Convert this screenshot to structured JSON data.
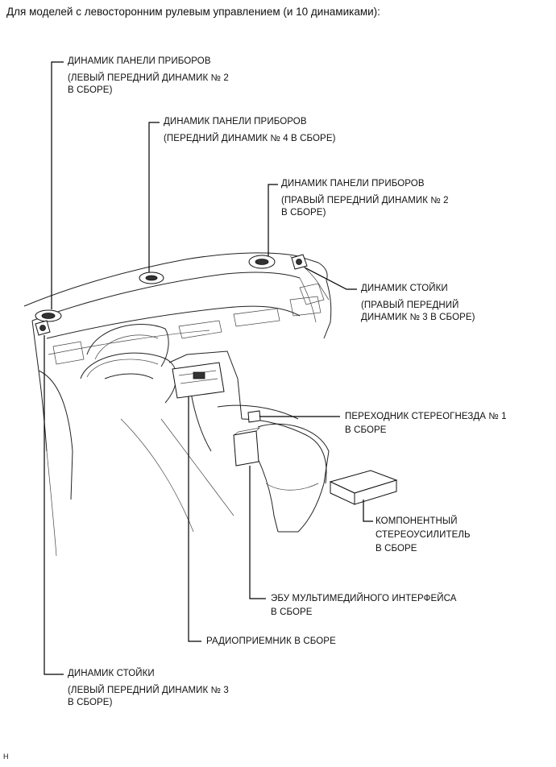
{
  "heading": "Для моделей с левосторонним рулевым управлением (и 10 динамиками):",
  "labels": {
    "lf2": {
      "title": "ДИНАМИК ПАНЕЛИ ПРИБОРОВ",
      "line1": "(ЛЕВЫЙ ПЕРЕДНИЙ ДИНАМИК № 2",
      "line2": "В СБОРЕ)"
    },
    "f4": {
      "title": "ДИНАМИК ПАНЕЛИ ПРИБОРОВ",
      "line1": "(ПЕРЕДНИЙ ДИНАМИК № 4 В СБОРЕ)"
    },
    "rf2": {
      "title": "ДИНАМИК ПАНЕЛИ ПРИБОРОВ",
      "line1": "(ПРАВЫЙ ПЕРЕДНИЙ ДИНАМИК № 2",
      "line2": "В СБОРЕ)"
    },
    "rf3": {
      "title": "ДИНАМИК СТОЙКИ",
      "line1": "(ПРАВЫЙ ПЕРЕДНИЙ",
      "line2": "ДИНАМИК № 3 В СБОРЕ)"
    },
    "stereo_jack": {
      "line1": "ПЕРЕХОДНИК СТЕРЕОГНЕЗДА № 1",
      "line2": "В СБОРЕ"
    },
    "amplifier": {
      "line1": "КОМПОНЕНТНЫЙ",
      "line2": "СТЕРЕОУСИЛИТЕЛЬ",
      "line3": "В СБОРЕ"
    },
    "ecu": {
      "line1": "ЭБУ МУЛЬТИМЕДИЙНОГО ИНТЕРФЕЙСА",
      "line2": "В СБОРЕ"
    },
    "radio": {
      "line1": "РАДИОПРИЕМНИК В СБОРЕ"
    },
    "lf3": {
      "title": "ДИНАМИК СТОЙКИ",
      "line1": "(ЛЕВЫЙ ПЕРЕДНИЙ ДИНАМИК № 3",
      "line2": "В СБОРЕ)"
    }
  },
  "footer_code": "H"
}
